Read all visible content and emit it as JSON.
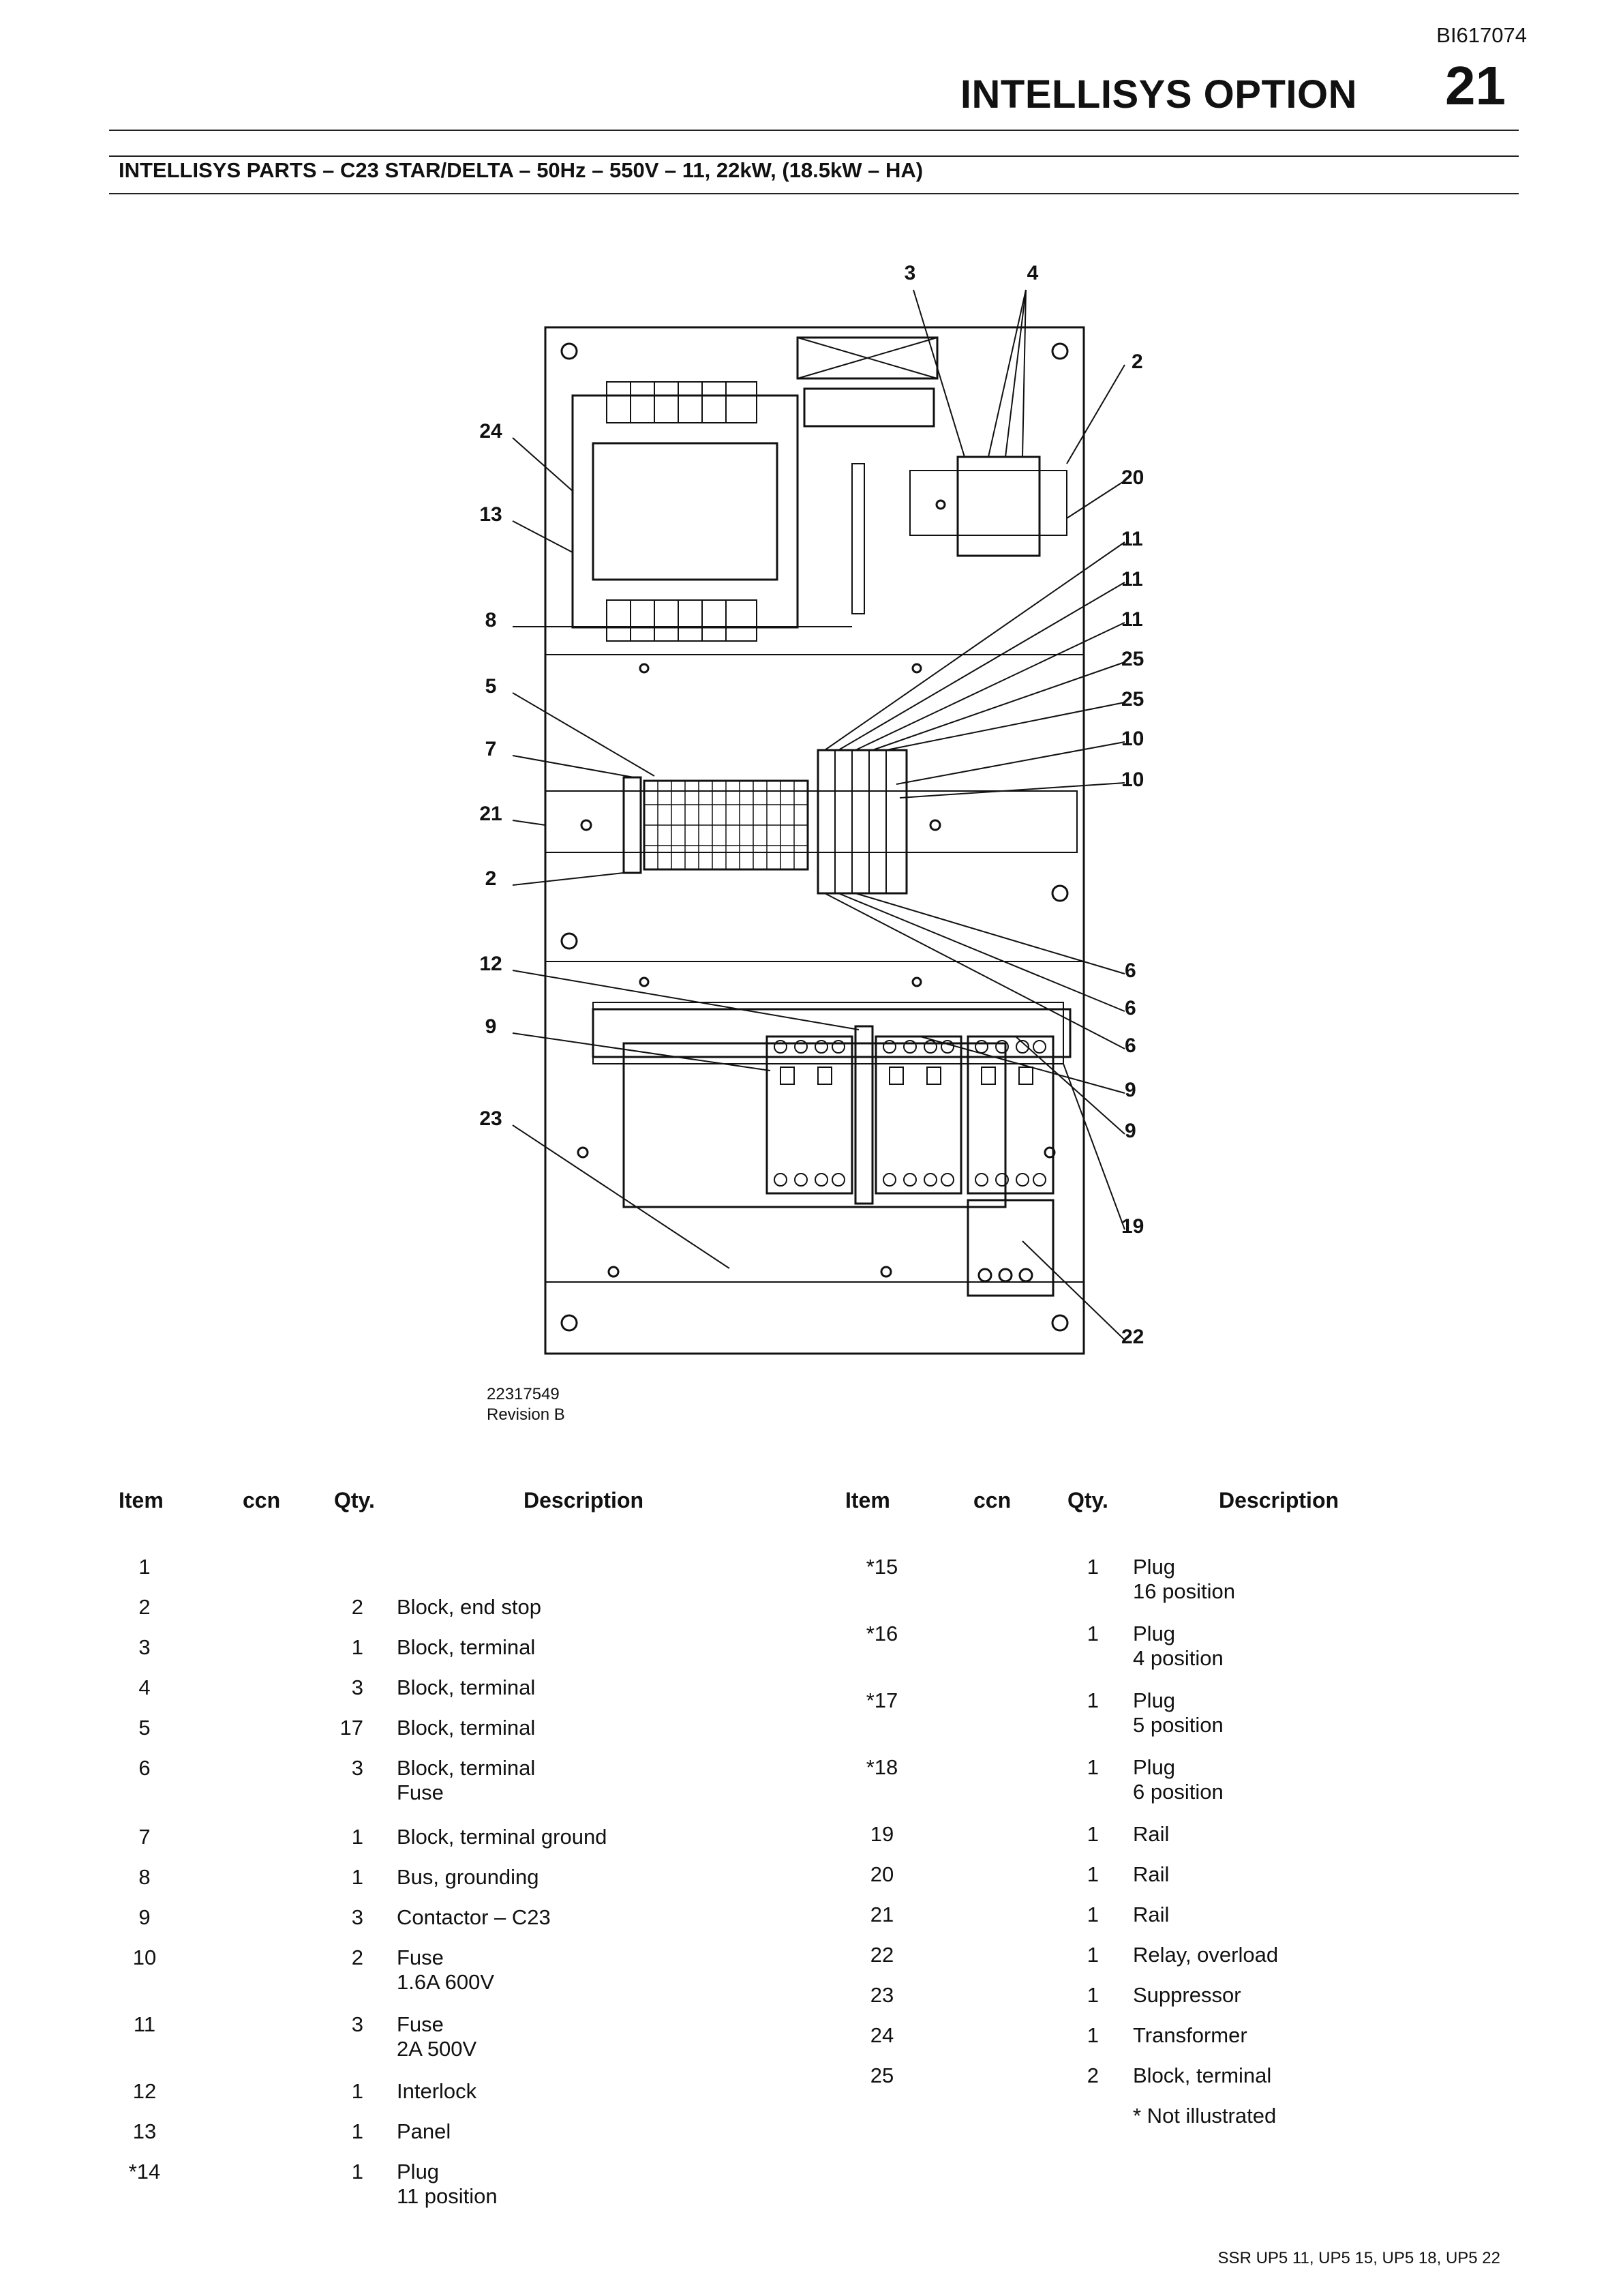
{
  "header": {
    "doc_id": "BI617074",
    "chapter_title": "INTELLISYS OPTION",
    "chapter_number": "21"
  },
  "subtitle": "INTELLISYS PARTS – C23 STAR/DELTA –  50Hz – 550V – 11, 22kW, (18.5kW – HA)",
  "diagram": {
    "drawing_number": "22317549",
    "revision": "Revision B",
    "callouts_left": [
      "24",
      "13",
      "8",
      "5",
      "7",
      "21",
      "2",
      "12",
      "9",
      "23"
    ],
    "callouts_top": [
      "3",
      "4"
    ],
    "callouts_right": [
      "2",
      "20",
      "11",
      "11",
      "11",
      "25",
      "25",
      "10",
      "10",
      "6",
      "6",
      "6",
      "9",
      "9",
      "19",
      "22"
    ]
  },
  "table": {
    "headers": {
      "item": "Item",
      "ccn": "ccn",
      "qty": "Qty.",
      "description": "Description"
    },
    "left": [
      {
        "item": "1",
        "qty": "",
        "desc": ""
      },
      {
        "item": "2",
        "qty": "2",
        "desc": "Block, end stop"
      },
      {
        "item": "3",
        "qty": "1",
        "desc": "Block, terminal"
      },
      {
        "item": "4",
        "qty": "3",
        "desc": "Block, terminal"
      },
      {
        "item": "5",
        "qty": "17",
        "desc": "Block, terminal"
      },
      {
        "item": "6",
        "qty": "3",
        "desc": "Block, terminal",
        "desc2": "Fuse"
      },
      {
        "item": "7",
        "qty": "1",
        "desc": "Block, terminal ground"
      },
      {
        "item": "8",
        "qty": "1",
        "desc": "Bus, grounding"
      },
      {
        "item": "9",
        "qty": "3",
        "desc": "Contactor – C23"
      },
      {
        "item": "10",
        "qty": "2",
        "desc": "Fuse",
        "desc2": "1.6A  600V"
      },
      {
        "item": "11",
        "qty": "3",
        "desc": "Fuse",
        "desc2": "2A  500V"
      },
      {
        "item": "12",
        "qty": "1",
        "desc": "Interlock"
      },
      {
        "item": "13",
        "qty": "1",
        "desc": "Panel"
      },
      {
        "item": "*14",
        "qty": "1",
        "desc": "Plug",
        "desc2": "11 position"
      }
    ],
    "right": [
      {
        "item": "*15",
        "qty": "1",
        "desc": "Plug",
        "desc2": "16 position"
      },
      {
        "item": "*16",
        "qty": "1",
        "desc": "Plug",
        "desc2": "4 position"
      },
      {
        "item": "*17",
        "qty": "1",
        "desc": "Plug",
        "desc2": "5 position"
      },
      {
        "item": "*18",
        "qty": "1",
        "desc": "Plug",
        "desc2": "6 position"
      },
      {
        "item": "19",
        "qty": "1",
        "desc": "Rail"
      },
      {
        "item": "20",
        "qty": "1",
        "desc": "Rail"
      },
      {
        "item": "21",
        "qty": "1",
        "desc": "Rail"
      },
      {
        "item": "22",
        "qty": "1",
        "desc": "Relay, overload"
      },
      {
        "item": "23",
        "qty": "1",
        "desc": "Suppressor"
      },
      {
        "item": "24",
        "qty": "1",
        "desc": "Transformer"
      },
      {
        "item": "25",
        "qty": "2",
        "desc": "Block, terminal"
      }
    ],
    "note": "* Not illustrated"
  },
  "footer": "SSR UP5 11, UP5 15, UP5 18, UP5 22"
}
